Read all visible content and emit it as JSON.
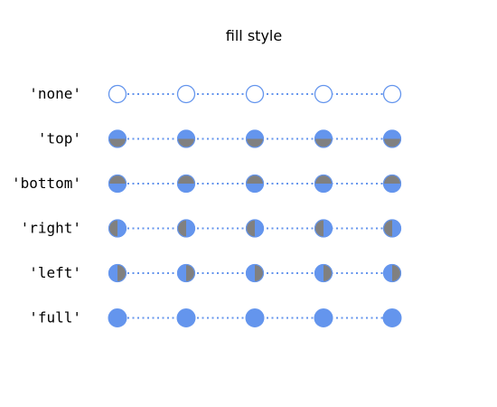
{
  "chart_data": {
    "type": "line",
    "title": "fill style",
    "x": [
      0,
      1,
      2,
      3,
      4
    ],
    "colors": {
      "marker": "#6495ED",
      "alt": "#808080",
      "line": "#6495ED"
    },
    "series": [
      {
        "label": "'none'",
        "fillstyle": "none"
      },
      {
        "label": "'top'",
        "fillstyle": "top"
      },
      {
        "label": "'bottom'",
        "fillstyle": "bottom"
      },
      {
        "label": "'right'",
        "fillstyle": "right"
      },
      {
        "label": "'left'",
        "fillstyle": "left"
      },
      {
        "label": "'full'",
        "fillstyle": "full"
      }
    ]
  }
}
